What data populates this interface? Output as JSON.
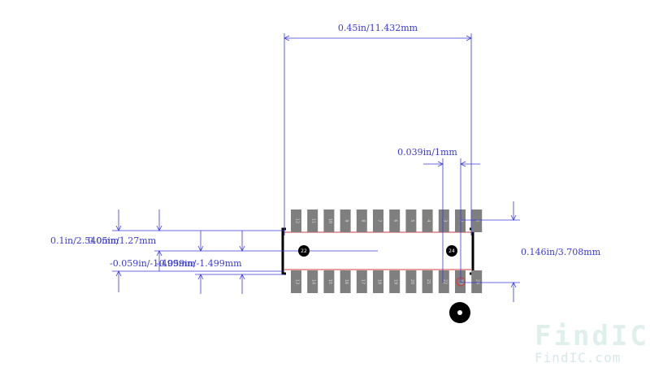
{
  "dimensions": {
    "overall_width": "0.45in/11.432mm",
    "pad_pitch": "0.039in/1mm",
    "pad_height": "0.1in/2.540mm",
    "row_gap": "0.05in/1.27mm",
    "offset_y": "-0.059in/-1.499mm",
    "offset_y_dup": "-0.059in/-1.499mm",
    "body_height": "0.146in/3.708mm"
  },
  "pads": {
    "top_row": [
      "12",
      "11",
      "10",
      "9",
      "8",
      "7",
      "6",
      "5",
      "4",
      "3",
      "2",
      "1"
    ],
    "bottom_row": [
      "13",
      "14",
      "15",
      "16",
      "17",
      "18",
      "19",
      "20",
      "21",
      "22",
      "23",
      "24"
    ]
  },
  "markers": {
    "left_label": "22",
    "right_label": "24"
  },
  "watermark": {
    "logo": "FindIC",
    "url": "FindIC.com"
  },
  "colors": {
    "dimension_line": "#3a3adc",
    "pad": "#7f7f7f",
    "outline": "#000000",
    "silk_line": "#d23c3c"
  }
}
